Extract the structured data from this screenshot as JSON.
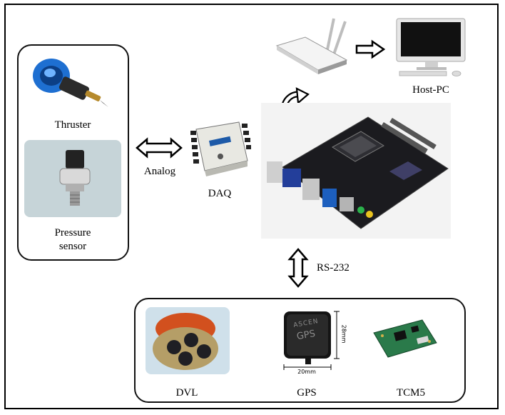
{
  "labels": {
    "thruster": "Thruster",
    "pressure_sensor": "Pressure sensor",
    "analog": "Analog",
    "daq": "DAQ",
    "host_pc": "Host-PC",
    "rs232": "RS-232",
    "dvl": "DVL",
    "gps": "GPS",
    "tcm5": "TCM5"
  },
  "device_text": {
    "gps_module_brand": "ASCEN",
    "gps_module_name": "GPS",
    "gps_width_dim": "20mm",
    "gps_height_dim": "28mm"
  },
  "colors": {
    "frame": "#000000",
    "thruster_blue": "#1e6fd1",
    "daq_body": "#e8e8e2",
    "board_black": "#1b1b1f",
    "tcm5_green": "#2a7a4a",
    "dvl_orange": "#d2501e"
  }
}
